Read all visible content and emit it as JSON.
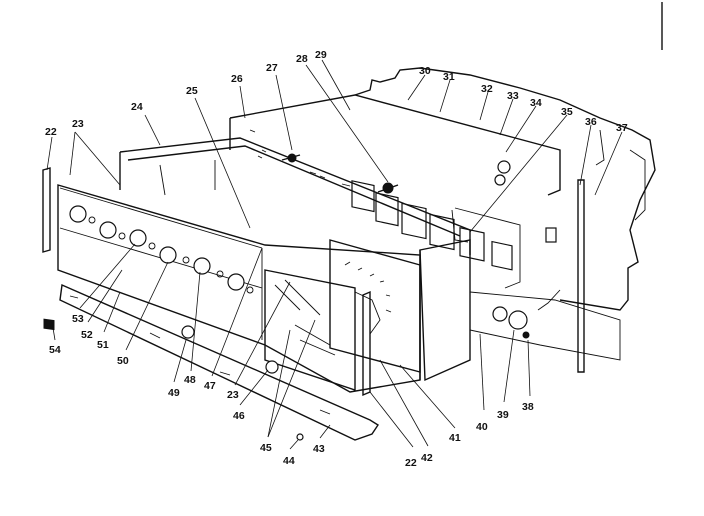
{
  "diagram": {
    "parts": [
      {
        "id": "p22a",
        "label": "22"
      },
      {
        "id": "p23a",
        "label": "23"
      },
      {
        "id": "p24",
        "label": "24"
      },
      {
        "id": "p25",
        "label": "25"
      },
      {
        "id": "p26",
        "label": "26"
      },
      {
        "id": "p27",
        "label": "27"
      },
      {
        "id": "p28",
        "label": "28"
      },
      {
        "id": "p29",
        "label": "29"
      },
      {
        "id": "p30",
        "label": "30"
      },
      {
        "id": "p31",
        "label": "31"
      },
      {
        "id": "p32",
        "label": "32"
      },
      {
        "id": "p33",
        "label": "33"
      },
      {
        "id": "p34",
        "label": "34"
      },
      {
        "id": "p35",
        "label": "35"
      },
      {
        "id": "p36",
        "label": "36"
      },
      {
        "id": "p37",
        "label": "37"
      },
      {
        "id": "p38",
        "label": "38"
      },
      {
        "id": "p39",
        "label": "39"
      },
      {
        "id": "p40",
        "label": "40"
      },
      {
        "id": "p41",
        "label": "41"
      },
      {
        "id": "p42",
        "label": "42"
      },
      {
        "id": "p22b",
        "label": "22"
      },
      {
        "id": "p43",
        "label": "43"
      },
      {
        "id": "p44",
        "label": "44"
      },
      {
        "id": "p45",
        "label": "45"
      },
      {
        "id": "p46",
        "label": "46"
      },
      {
        "id": "p23b",
        "label": "23"
      },
      {
        "id": "p47",
        "label": "47"
      },
      {
        "id": "p48",
        "label": "48"
      },
      {
        "id": "p49",
        "label": "49"
      },
      {
        "id": "p50",
        "label": "50"
      },
      {
        "id": "p51",
        "label": "51"
      },
      {
        "id": "p52",
        "label": "52"
      },
      {
        "id": "p53",
        "label": "53"
      },
      {
        "id": "p54",
        "label": "54"
      }
    ]
  }
}
